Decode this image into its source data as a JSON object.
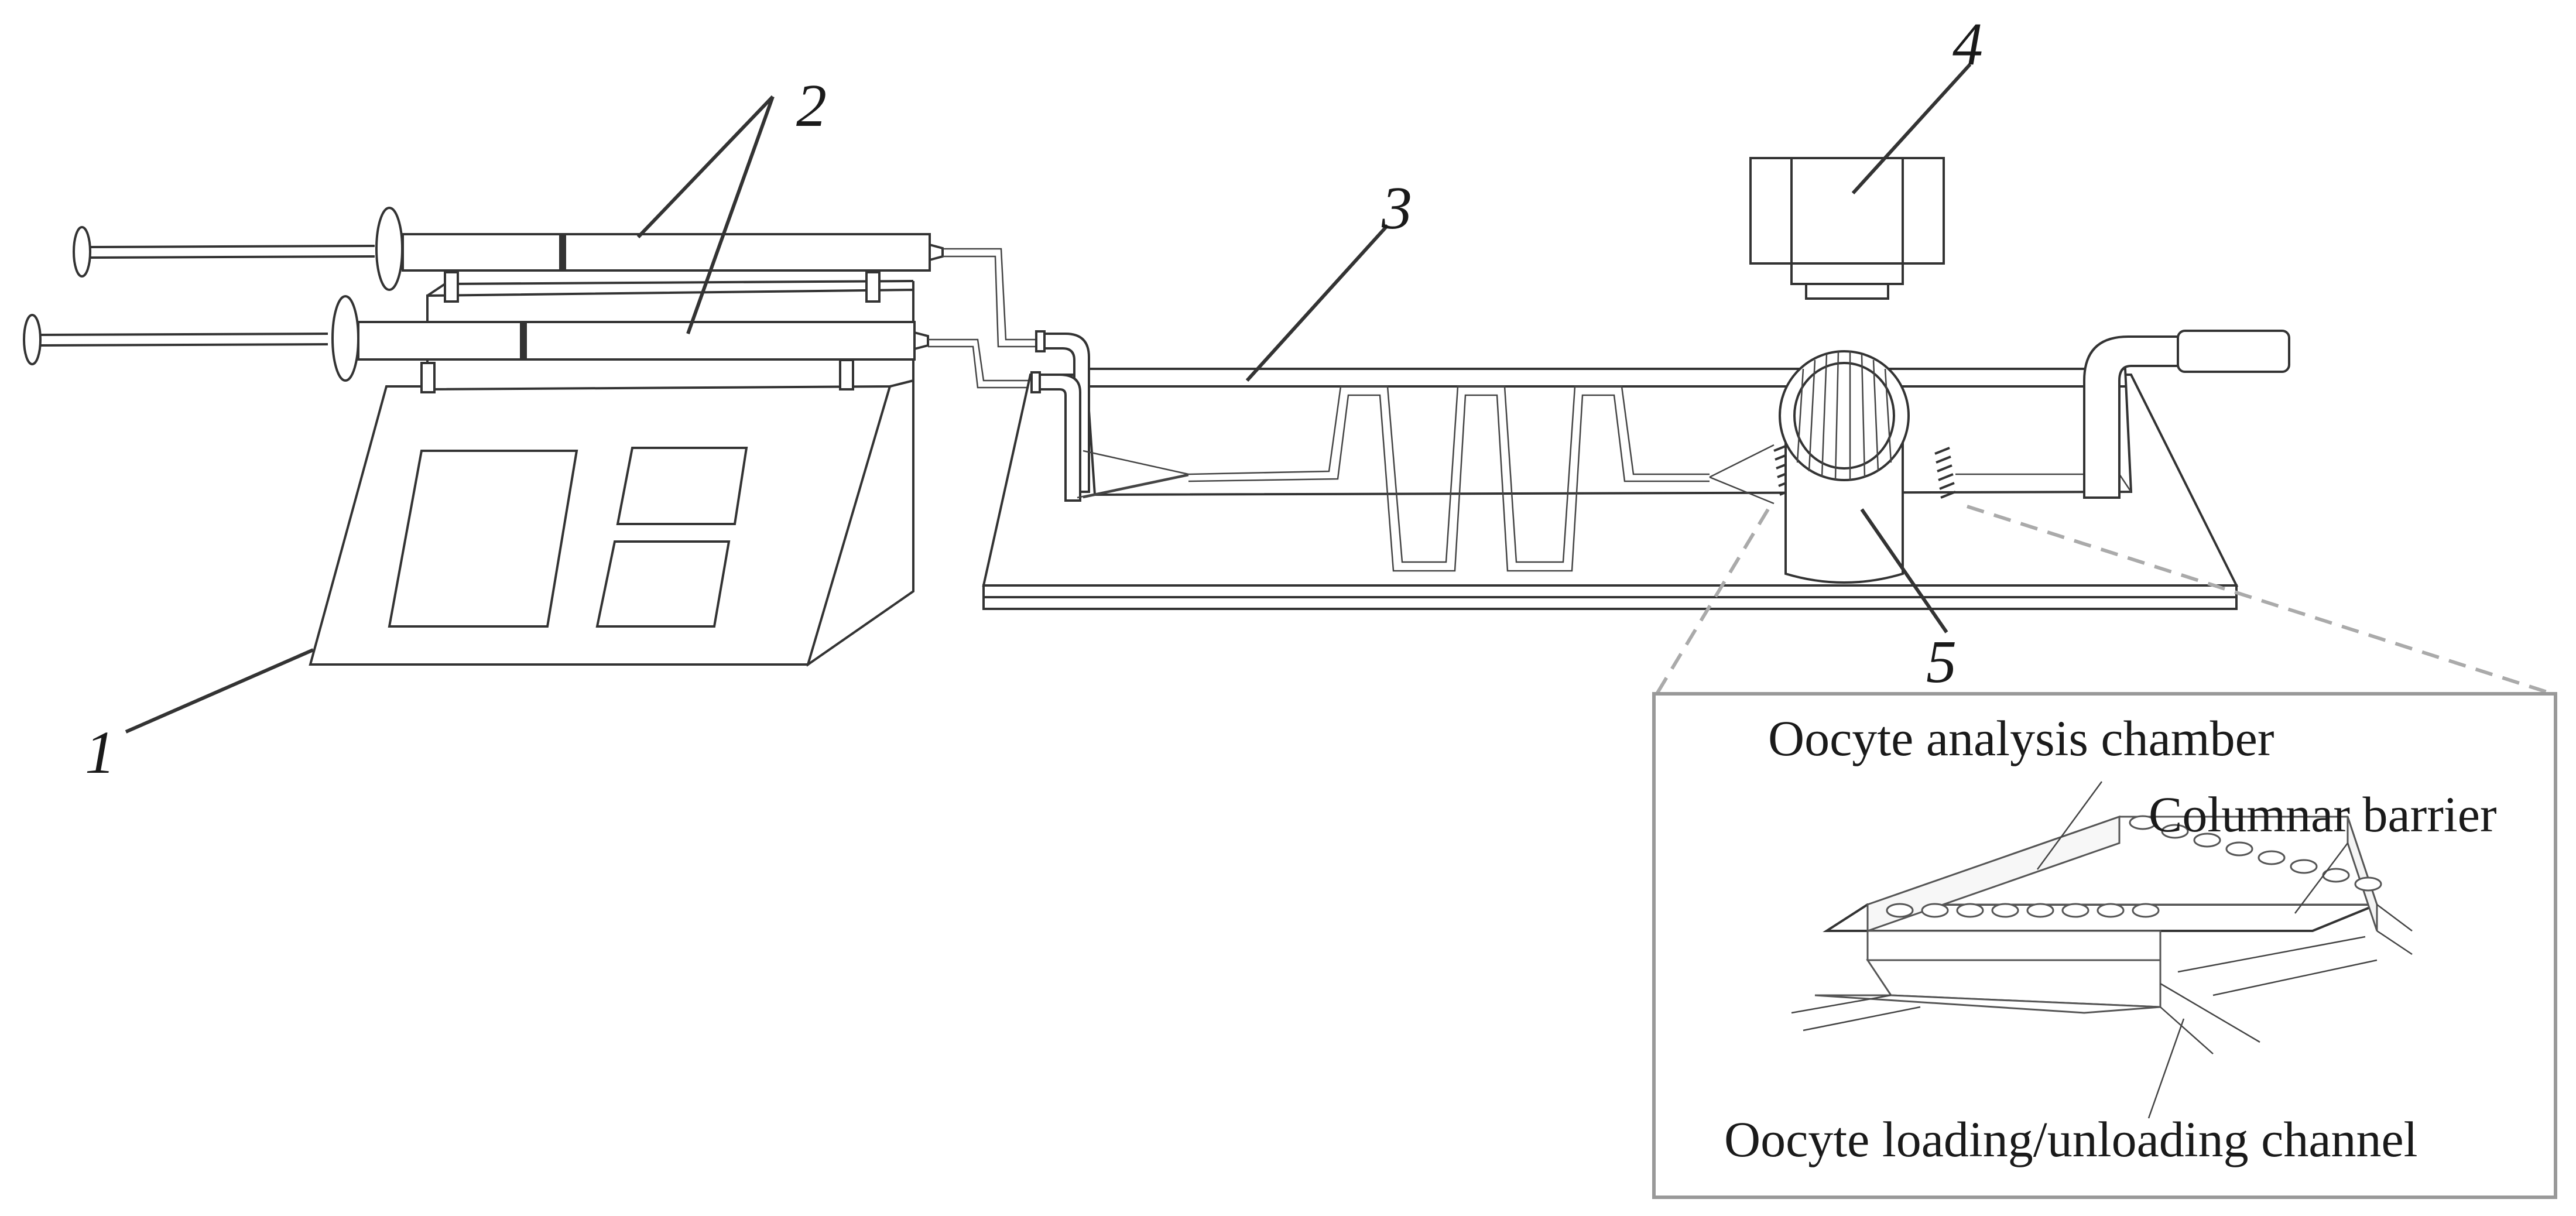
{
  "labels": {
    "n1": "1",
    "n2": "2",
    "n3": "3",
    "n4": "4",
    "n5": "5"
  },
  "inset": {
    "chamber": "Oocyte analysis chamber",
    "barrier": "Columnar barrier",
    "channel": "Oocyte loading/unloading channel"
  },
  "colors": {
    "line": "#333333",
    "dashed": "#aaaaaa",
    "inset_border": "#999999"
  }
}
